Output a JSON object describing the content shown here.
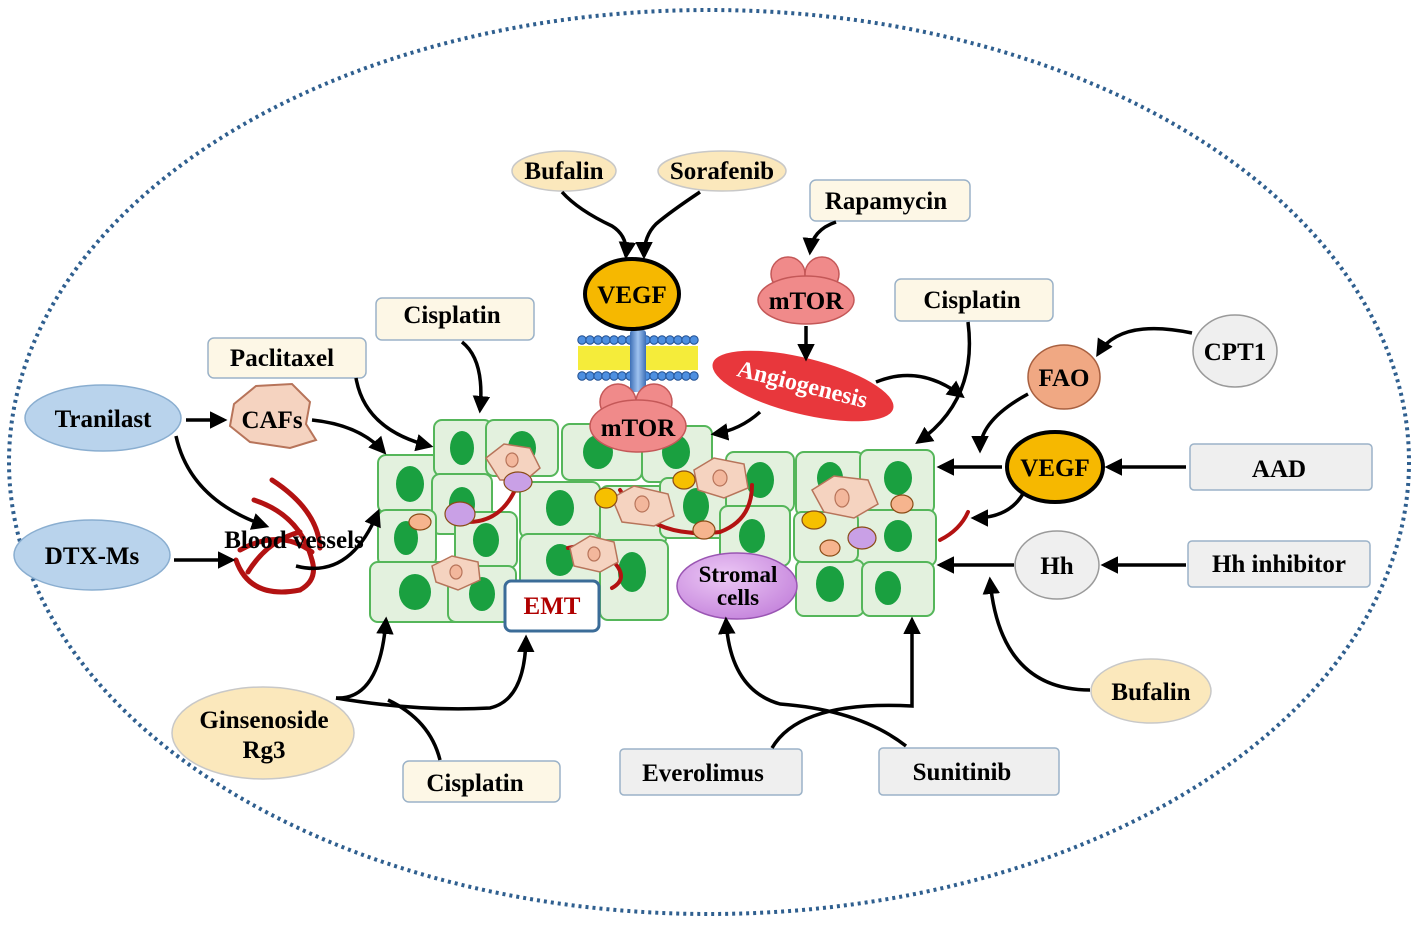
{
  "labels": {
    "bufalin_top": "Bufalin",
    "sorafenib": "Sorafenib",
    "rapamycin": "Rapamycin",
    "vegf_top": "VEGF",
    "mtor_top": "mTOR",
    "mtor_membrane": "mTOR",
    "angiogenesis": "Angiogenesis",
    "cisplatin_top": "Cisplatin",
    "cisplatin_right": "Cisplatin",
    "cisplatin_bottom": "Cisplatin",
    "paclitaxel": "Paclitaxel",
    "tranilast": "Tranilast",
    "cafs": "CAFs",
    "dtx_ms": "DTX-Ms",
    "blood_vessels": "Blood vessels",
    "emt": "EMT",
    "stromal_line1": "Stromal",
    "stromal_line2": "cells",
    "cpt1": "CPT1",
    "fao": "FAO",
    "vegf_right": "VEGF",
    "aad": "AAD",
    "hh": "Hh",
    "hh_inhibitor": "Hh inhibitor",
    "bufalin_bottom": "Bufalin",
    "ginsenoside_line1": "Ginsenoside",
    "ginsenoside_line2": "Rg3",
    "everolimus": "Everolimus",
    "sunitinib": "Sunitinib"
  },
  "colors": {
    "cream_box": "#fdf7e6",
    "beige_ellipse": "#fbe8bc",
    "blue_ellipse": "#b9d3ec",
    "grey_box": "#efefef",
    "vegf_fill": "#f6b800",
    "mtor_fill": "#f08a8a",
    "angiogenesis_fill": "#e8373c",
    "cell_fill": "#e3f1de",
    "cell_border": "#55b65a",
    "nucleus": "#1aa040",
    "stromal_fill": "#d49ae6",
    "fao_fill": "#f0a883",
    "vessel": "#b31212",
    "outline_dots": "#2f5f8f"
  }
}
